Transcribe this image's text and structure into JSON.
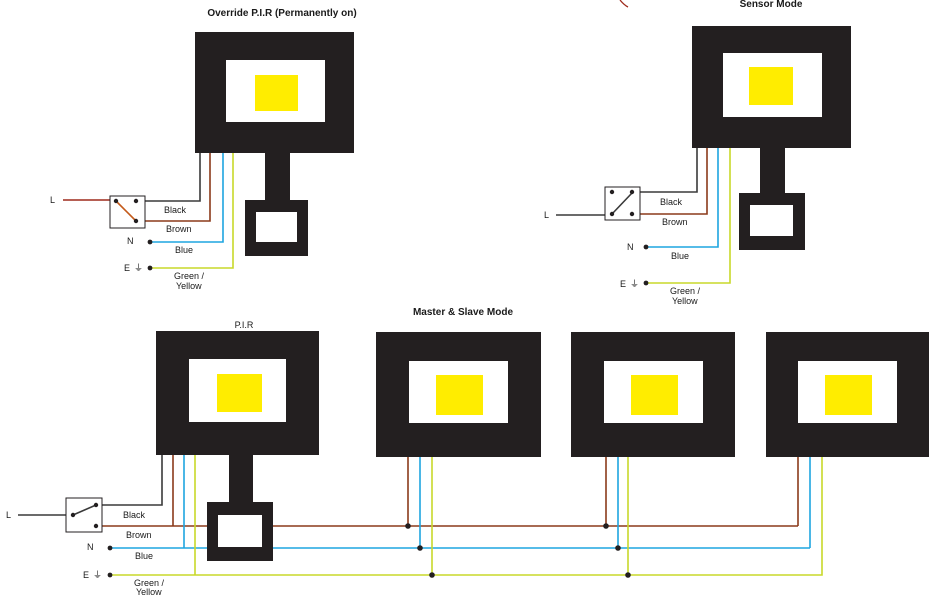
{
  "diagrams": {
    "override": {
      "title": "Override P.I.R (Permanently on)"
    },
    "sensor": {
      "title": "Sensor Mode"
    },
    "master_slave": {
      "title": "Master & Slave Mode",
      "pir_label": "P.I.R"
    }
  },
  "terminals": {
    "live": "L",
    "neutral": "N",
    "earth": "E"
  },
  "wires": {
    "black": "Black",
    "brown": "Brown",
    "blue": "Blue",
    "green_yellow_line1": "Green /",
    "green_yellow_line2": "Yellow"
  },
  "colors": {
    "housing": "#231f20",
    "led": "#ffed00",
    "wire_black": "#3a3a3a",
    "wire_brown": "#8b3a1a",
    "wire_blue": "#1ea5e0",
    "wire_green_yellow": "#c8d82a",
    "live_feed": "#9e2a1c"
  }
}
